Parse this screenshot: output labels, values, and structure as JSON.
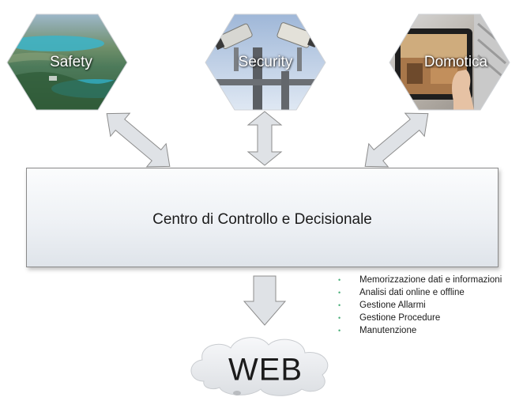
{
  "hexagons": [
    {
      "label": "Safety"
    },
    {
      "label": "Security"
    },
    {
      "label": "Domotica"
    }
  ],
  "center": {
    "title": "Centro di Controllo e Decisionale"
  },
  "features": [
    "Memorizzazione dati e informazioni",
    "Analisi dati online e offline",
    "Gestione Allarmi",
    "Gestione Procedure",
    "Manutenzione"
  ],
  "web": {
    "label": "WEB"
  },
  "colors": {
    "arrow_fill": "#dfe2e6",
    "arrow_stroke": "#8c8c8c",
    "box_fill": "#eef1f5",
    "bullet": "#4caf7a",
    "cloud_fill": "#e9ebee"
  }
}
